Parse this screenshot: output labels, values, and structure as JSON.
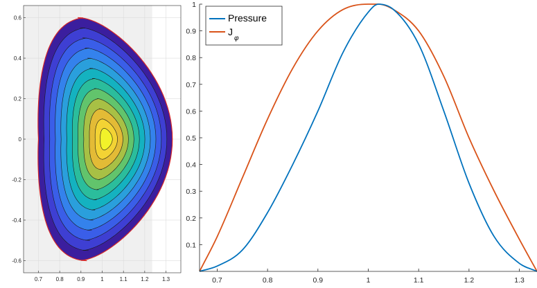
{
  "chart_data": [
    {
      "type": "contour",
      "title": "",
      "xlabel": "",
      "ylabel": "",
      "xlim": [
        0.63,
        1.37
      ],
      "ylim": [
        -0.66,
        0.66
      ],
      "xticks": [
        "0.7",
        "0.8",
        "0.9",
        "1",
        "1.1",
        "1.2",
        "1.3"
      ],
      "xtick_values": [
        0.7,
        0.8,
        0.9,
        1.0,
        1.1,
        1.2,
        1.3
      ],
      "yticks": [
        "0.6",
        "0.4",
        "0.2",
        "0",
        "-0.2",
        "-0.4",
        "-0.6"
      ],
      "ytick_values": [
        0.6,
        0.4,
        0.2,
        0.0,
        -0.2,
        -0.4,
        -0.6
      ],
      "grid": true,
      "shaded_region_x": [
        0.63,
        1.235
      ],
      "boundary": {
        "r_left": 0.7,
        "r_right": 1.33,
        "r_top": 0.87,
        "z_top": 0.6,
        "r_bottom": 0.87,
        "z_bottom": -0.6,
        "boundary_color": "#d62728"
      },
      "center": {
        "r": 1.02,
        "z": 0.0
      },
      "levels": 10,
      "level_colors": [
        "#3b1e9e",
        "#3e3fd3",
        "#3a5ee8",
        "#3482ec",
        "#2a9fdc",
        "#14b2c0",
        "#2bbd9c",
        "#62c46c",
        "#a8c045",
        "#e3bb36",
        "#f3d334",
        "#f2f22a"
      ]
    },
    {
      "type": "line",
      "title": "",
      "xlabel": "",
      "ylabel": "",
      "xlim": [
        0.665,
        1.335
      ],
      "ylim": [
        0,
        1
      ],
      "xticks": [
        "0.7",
        "0.8",
        "0.9",
        "1",
        "1.1",
        "1.2",
        "1.3"
      ],
      "xtick_values": [
        0.7,
        0.8,
        0.9,
        1.0,
        1.1,
        1.2,
        1.3
      ],
      "yticks": [
        "0.1",
        "0.2",
        "0.3",
        "0.4",
        "0.5",
        "0.6",
        "0.7",
        "0.8",
        "0.9",
        "1"
      ],
      "ytick_values": [
        0.1,
        0.2,
        0.3,
        0.4,
        0.5,
        0.6,
        0.7,
        0.8,
        0.9,
        1.0
      ],
      "grid": false,
      "legend_position": "top-left",
      "series": [
        {
          "name": "Pressure",
          "color": "#0072bd",
          "x": [
            0.665,
            0.7,
            0.75,
            0.8,
            0.85,
            0.9,
            0.95,
            1.0,
            1.02,
            1.05,
            1.1,
            1.15,
            1.2,
            1.25,
            1.3,
            1.335
          ],
          "y": [
            0.0,
            0.02,
            0.08,
            0.22,
            0.4,
            0.6,
            0.82,
            0.97,
            1.0,
            0.98,
            0.85,
            0.6,
            0.33,
            0.13,
            0.03,
            0.0
          ]
        },
        {
          "name": "J",
          "name_subscript": "φ",
          "color": "#d95319",
          "x": [
            0.665,
            0.7,
            0.75,
            0.8,
            0.85,
            0.9,
            0.95,
            1.0,
            1.02,
            1.05,
            1.1,
            1.15,
            1.2,
            1.25,
            1.3,
            1.335
          ],
          "y": [
            0.0,
            0.13,
            0.35,
            0.57,
            0.76,
            0.9,
            0.98,
            1.0,
            1.0,
            0.98,
            0.9,
            0.73,
            0.5,
            0.3,
            0.12,
            0.0
          ]
        }
      ]
    }
  ]
}
